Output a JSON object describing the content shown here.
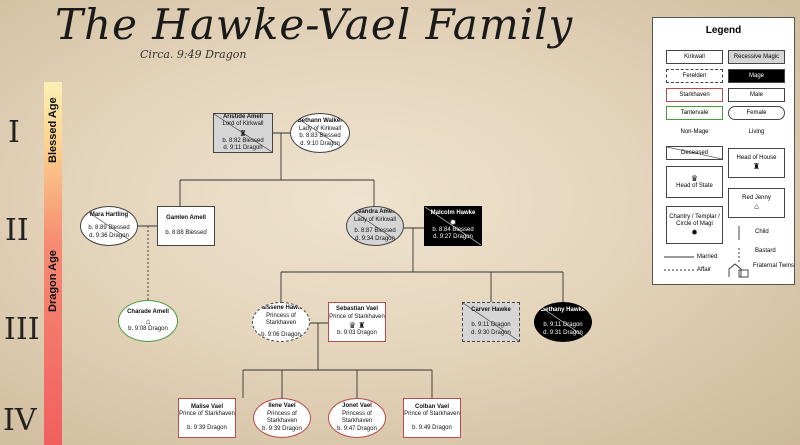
{
  "title": "The Hawke-Vael Family",
  "subtitle": "Circa. 9:49 Dragon",
  "generations": [
    "I",
    "II",
    "III",
    "IV"
  ],
  "ages": {
    "blessed": "Blessed Age",
    "dragon": "Dragon Age"
  },
  "people": {
    "aristide": {
      "name": "Aristide Amell",
      "title": "Lord of Kirkwall",
      "born": "b. 8:82 Blessed",
      "died": "d. 9:11 Dragon",
      "icon": "tower-icon"
    },
    "bethann": {
      "name": "Bethann Walker",
      "title": "Lady of Kirkwall",
      "born": "b. 8:83 Blessed",
      "died": "d. 9:10 Dragon"
    },
    "mara": {
      "name": "Mara Hartling",
      "born": "b. 8:89 Blessed",
      "died": "d. 9:36 Dragon"
    },
    "gamlen": {
      "name": "Gamlen Amell",
      "born": "b. 8:88 Blessed"
    },
    "leandra": {
      "name": "Leandra Amell",
      "title": "Lady of Kirkwall",
      "born": "b. 8:87 Blessed",
      "died": "d. 9:34 Dragon"
    },
    "malcolm": {
      "name": "Malcolm Hawke",
      "born": "b. 8:84 Blessed",
      "died": "d. 9:27 Dragon",
      "icon": "circle-of-magi-icon"
    },
    "charade": {
      "name": "Charade Amell",
      "born": "b. 9:08 Dragon",
      "icon": "red-jenny-icon"
    },
    "caissene": {
      "name": "Caissene Hawke",
      "title": "Princess of Starkhaven",
      "born": "b. 9:06 Dragon"
    },
    "sebastian": {
      "name": "Sebastian Vael",
      "title": "Prince of Starkhaven",
      "born": "b. 9:03 Dragon",
      "icon": "crown-icon",
      "icon2": "tower-icon"
    },
    "carver": {
      "name": "Carver Hawke",
      "born": "b. 9:11 Dragon",
      "died": "d. 9:30 Dragon"
    },
    "bethany": {
      "name": "Bethany Hawke",
      "born": "b. 9:11 Dragon",
      "died": "d. 9:31 Dragon"
    },
    "maliseV": {
      "name": "Malise Vael",
      "title": "Prince of Starkhaven",
      "born": "b. 9:39 Dragon"
    },
    "ilene": {
      "name": "Ilene Vael",
      "title": "Princess of Starkhaven",
      "born": "b. 9:39 Dragon"
    },
    "jonet": {
      "name": "Jonet Vael",
      "title": "Princess of Starkhaven",
      "born": "b. 9:47 Dragon"
    },
    "colban": {
      "name": "Colban Vael",
      "title": "Prince of Starkhaven",
      "born": "b. 9:49 Dragon"
    }
  },
  "legend": {
    "title": "Legend",
    "kirkwall": "Kirkwall",
    "recessive": "Recessive Magic",
    "ferelden": "Ferelden",
    "mage": "Mage",
    "starkhaven": "Starkhaven",
    "male": "Male",
    "tantervale": "Tantervale",
    "female": "Female",
    "nonmage": "Non-Mage",
    "living": "Living",
    "deceased": "Deceased",
    "headhouse": "Head of House",
    "headstate": "Head of State",
    "redjenny": "Red Jenny",
    "chantry": "Chantry / Templar / Circle of Magi",
    "child": "Child",
    "bastard": "Bastard",
    "married": "Married",
    "affair": "Affair",
    "twins": "Fraternal Twins"
  }
}
